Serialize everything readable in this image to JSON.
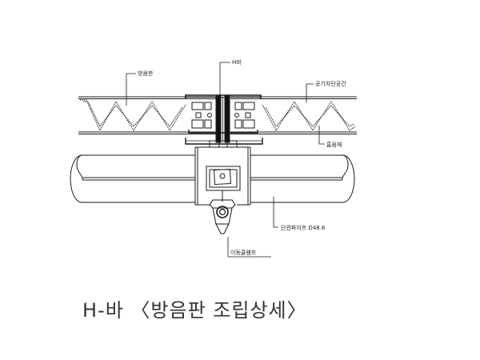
{
  "title": "H-바 〈방음판 조립상세〉",
  "labels": {
    "panel": "방음판",
    "hbar": "H바",
    "air_gap": "공기차단공간",
    "absorber": "흡음재",
    "pipe": "단관파이프 D48.6",
    "clamp": "이동클램프"
  },
  "colors": {
    "line": "#1a1a1a",
    "fill_dark": "#111111"
  }
}
